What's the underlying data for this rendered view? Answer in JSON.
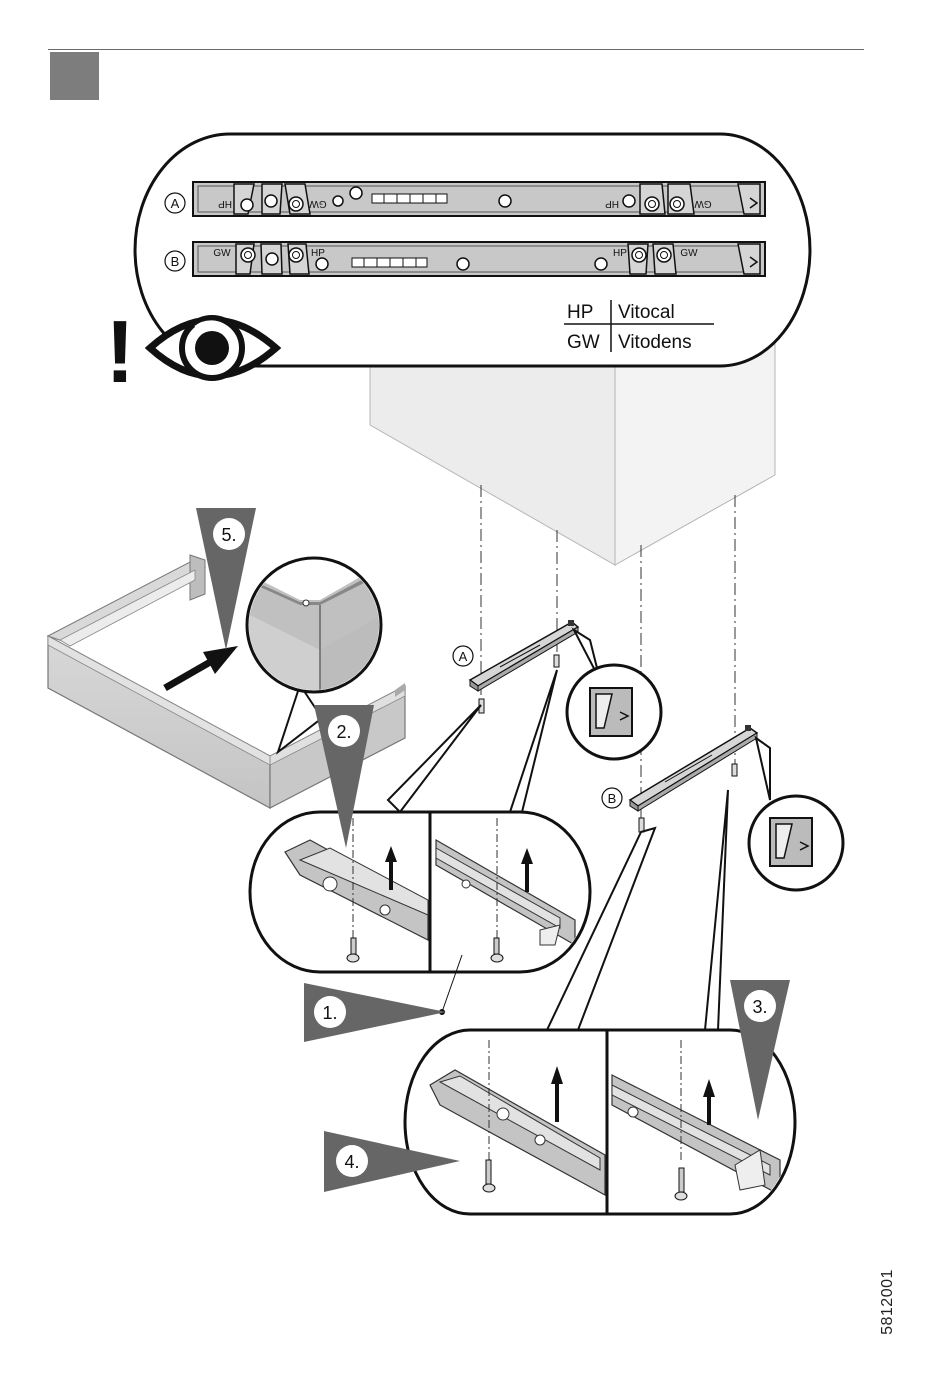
{
  "header": {
    "rule": true
  },
  "legend": {
    "rows": [
      {
        "code": "HP",
        "name": "Vitocal"
      },
      {
        "code": "GW",
        "name": "Vitodens"
      }
    ]
  },
  "rails": {
    "a_label": "A",
    "b_label": "B",
    "rail_a_codes": [
      "HP",
      "GW",
      "HP",
      "GW"
    ],
    "rail_b_codes": [
      "GW",
      "HP",
      "HP",
      "GW"
    ]
  },
  "warning": {
    "mark": "!",
    "icon": "eye-icon"
  },
  "steps": [
    "1.",
    "2.",
    "3.",
    "4.",
    "5."
  ],
  "doc_number": "5812001",
  "colors": {
    "step_bg": "#666666",
    "rail": "#c8c8c8",
    "panel": "#e6e6e6",
    "line": "#1a1a1a"
  }
}
